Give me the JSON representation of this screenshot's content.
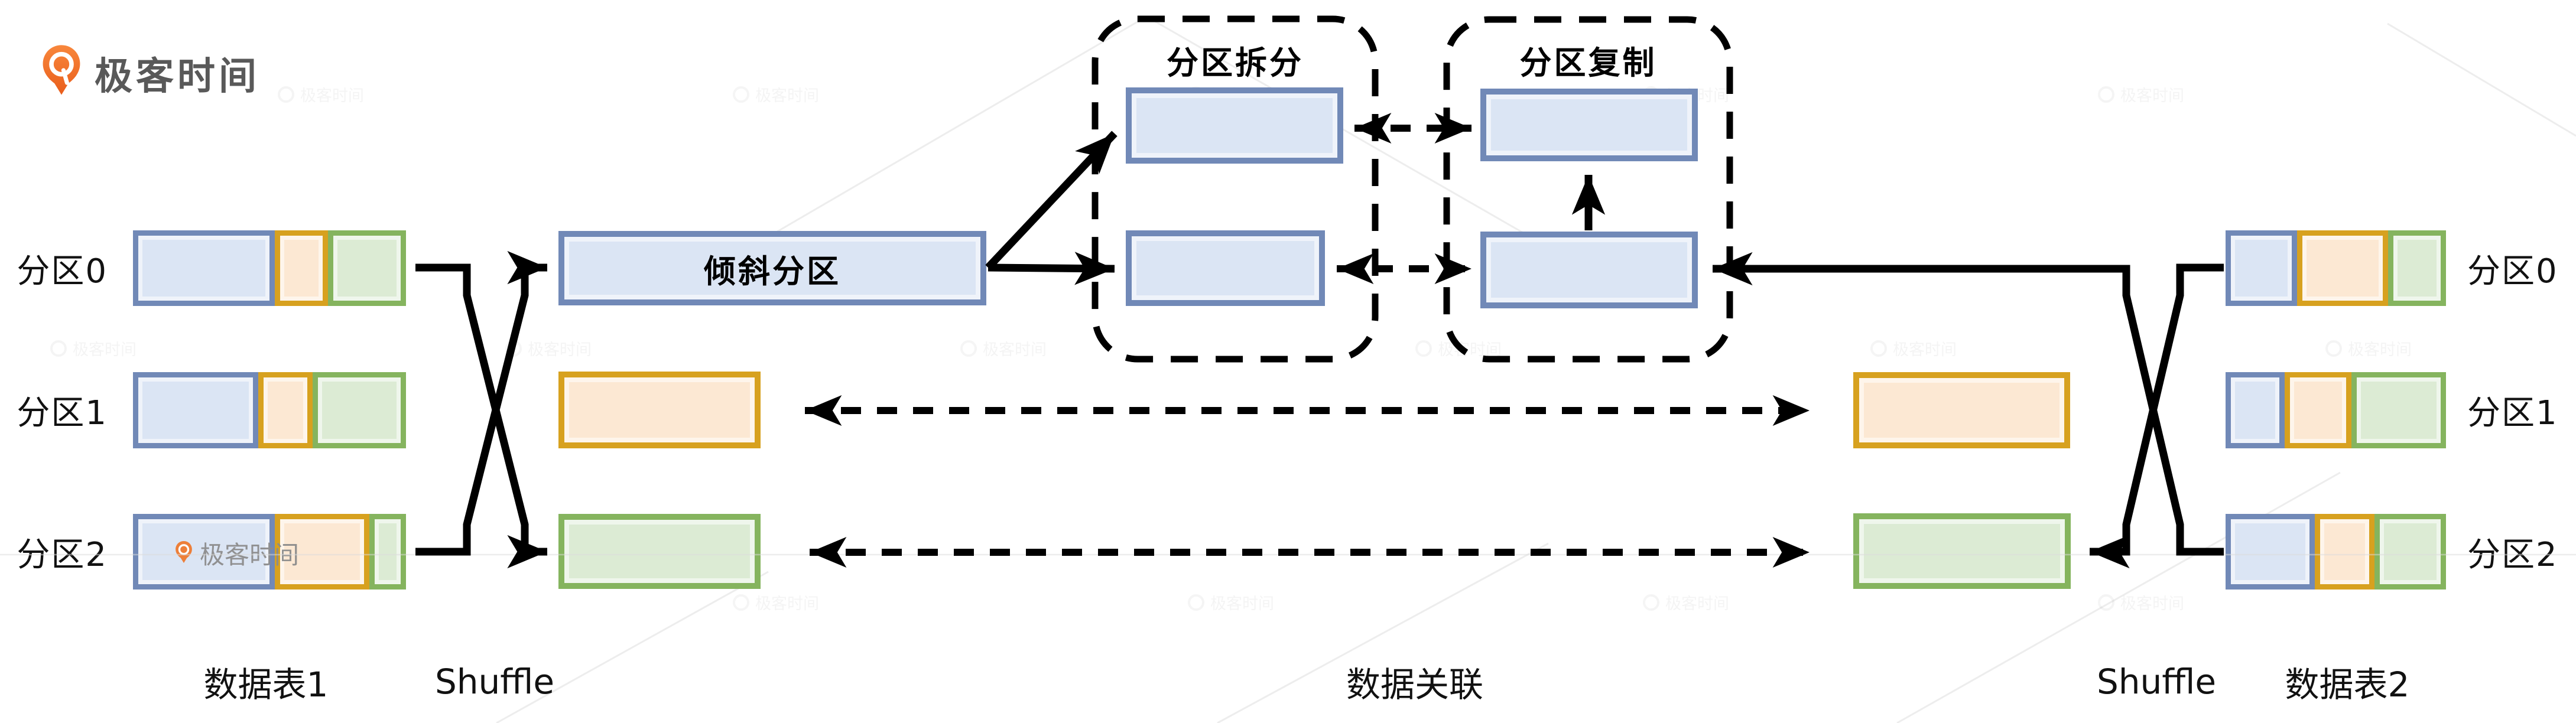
{
  "brand": {
    "logo_text": "极客时间"
  },
  "watermark": {
    "text": "极客时间"
  },
  "left_table": {
    "label": "数据表1",
    "shuffle_label": "Shuffle",
    "partitions": [
      {
        "label": "分区0",
        "segments": [
          "52%",
          "19.5%",
          "28.5%"
        ]
      },
      {
        "label": "分区1",
        "segments": [
          "45.8%",
          "20%",
          "34.2%"
        ]
      },
      {
        "label": "分区2",
        "segments": [
          "52%",
          "34.6%",
          "13.4%"
        ]
      }
    ]
  },
  "right_table": {
    "label": "数据表2",
    "shuffle_label": "Shuffle",
    "partitions": [
      {
        "label": "分区0",
        "segments": [
          "32.5%",
          "41.2%",
          "26.3%"
        ]
      },
      {
        "label": "分区1",
        "segments": [
          "26.9%",
          "30.3%",
          "42.8%"
        ]
      },
      {
        "label": "分区2",
        "segments": [
          "40.6%",
          "26.9%",
          "32.5%"
        ]
      }
    ]
  },
  "center": {
    "skewed_partition_label": "倾斜分区",
    "split_group_title": "分区拆分",
    "replicate_group_title": "分区复制",
    "join_label": "数据关联"
  },
  "colors": {
    "blue_fill": "#dbe5f4",
    "blue_border": "#7189b7",
    "orange_fill": "#fce8d3",
    "orange_border": "#d7a11f",
    "green_fill": "#dcebd4",
    "green_border": "#85b45e",
    "line": "#000000",
    "logo_orange": "#ee6a24",
    "logo_text": "#595959",
    "wm_gray": "#999999"
  }
}
